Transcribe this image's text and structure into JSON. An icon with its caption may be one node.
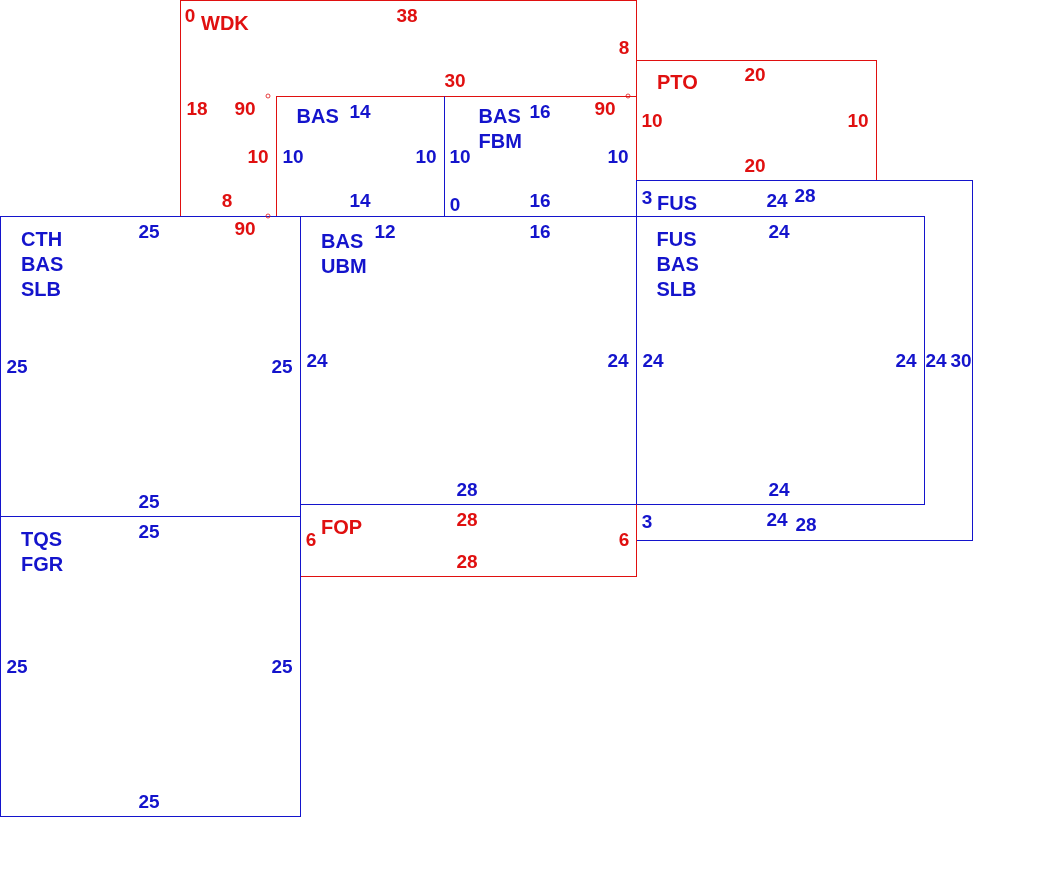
{
  "diagram": {
    "nodes": [
      {
        "text": [
          "WDK"
        ]
      },
      {
        "text": [
          "BAS"
        ],
        "in": 0
      },
      {
        "text": [
          "BAS FBM"
        ],
        "in": 0
      },
      {
        "text": [
          "PTO"
        ]
      },
      {
        "text": [
          "FUS"
        ]
      },
      {
        "text": [
          "CTH BAS SLB"
        ]
      },
      {
        "text": [
          "BAS UBM"
        ]
      },
      {
        "text": [
          "FUS BAS SLB"
        ],
        "in": 4
      },
      {
        "text": [
          "FOP"
        ]
      },
      {
        "text": [
          "TQS FGR"
        ]
      }
    ],
    "edges": [],
    "labels": [
      "0",
      "38",
      "8",
      "30",
      "20",
      "18",
      "90",
      "14",
      "16",
      "90",
      "10",
      "10",
      "10",
      "10",
      "10",
      "10",
      "10",
      "20",
      "8",
      "14",
      "16",
      "3",
      "24",
      "28",
      "0",
      "25",
      "90",
      "12",
      "16",
      "24",
      "25",
      "25",
      "24",
      "24",
      "24",
      "24",
      "24",
      "30",
      "25",
      "28",
      "24",
      "25",
      "28",
      "3",
      "24",
      "28",
      "6",
      "6",
      "28",
      "25",
      "25",
      "25"
    ]
  }
}
